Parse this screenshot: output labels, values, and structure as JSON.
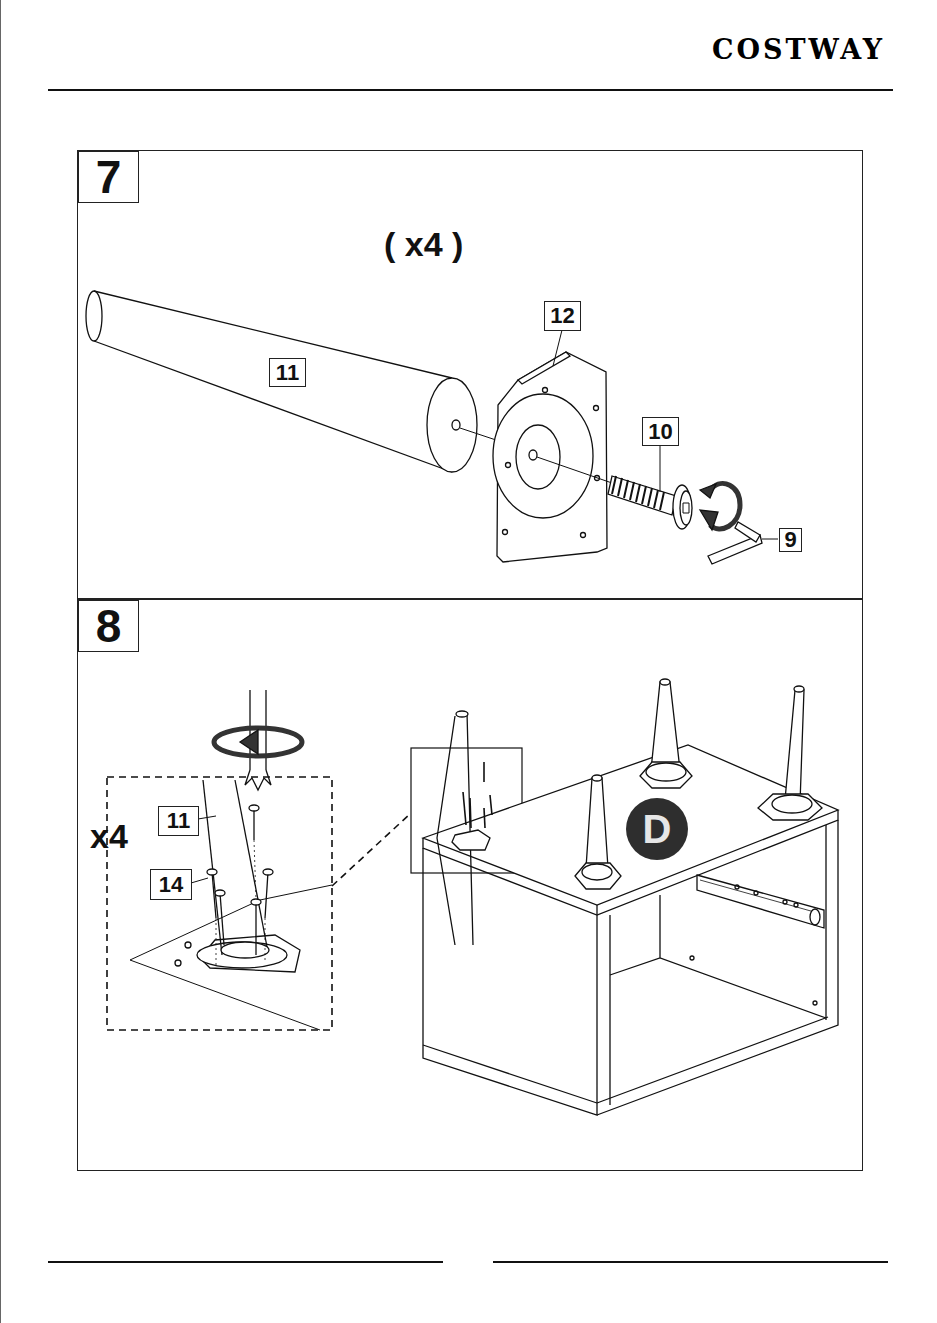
{
  "diagram": {
    "nodes": [
      {
        "text": [
          "( x4 )"
        ]
      },
      {
        "text": [
          "7"
        ],
        "in": 0
      },
      {
        "text": [
          "12"
        ],
        "in": 0
      },
      {
        "text": [
          "11"
        ],
        "in": 0
      },
      {
        "text": [
          "10"
        ],
        "in": 0
      },
      {
        "text": [
          "9"
        ],
        "in": 0
      },
      {
        "text": [
          "x4"
        ]
      },
      {
        "text": [
          "8"
        ],
        "in": 6
      },
      {
        "text": [
          "11"
        ],
        "in": 6
      },
      {
        "text": [
          "14"
        ],
        "in": 6
      },
      {
        "text": [
          "D"
        ],
        "in": 6
      }
    ],
    "labels": [
      "COSTWAY"
    ]
  }
}
